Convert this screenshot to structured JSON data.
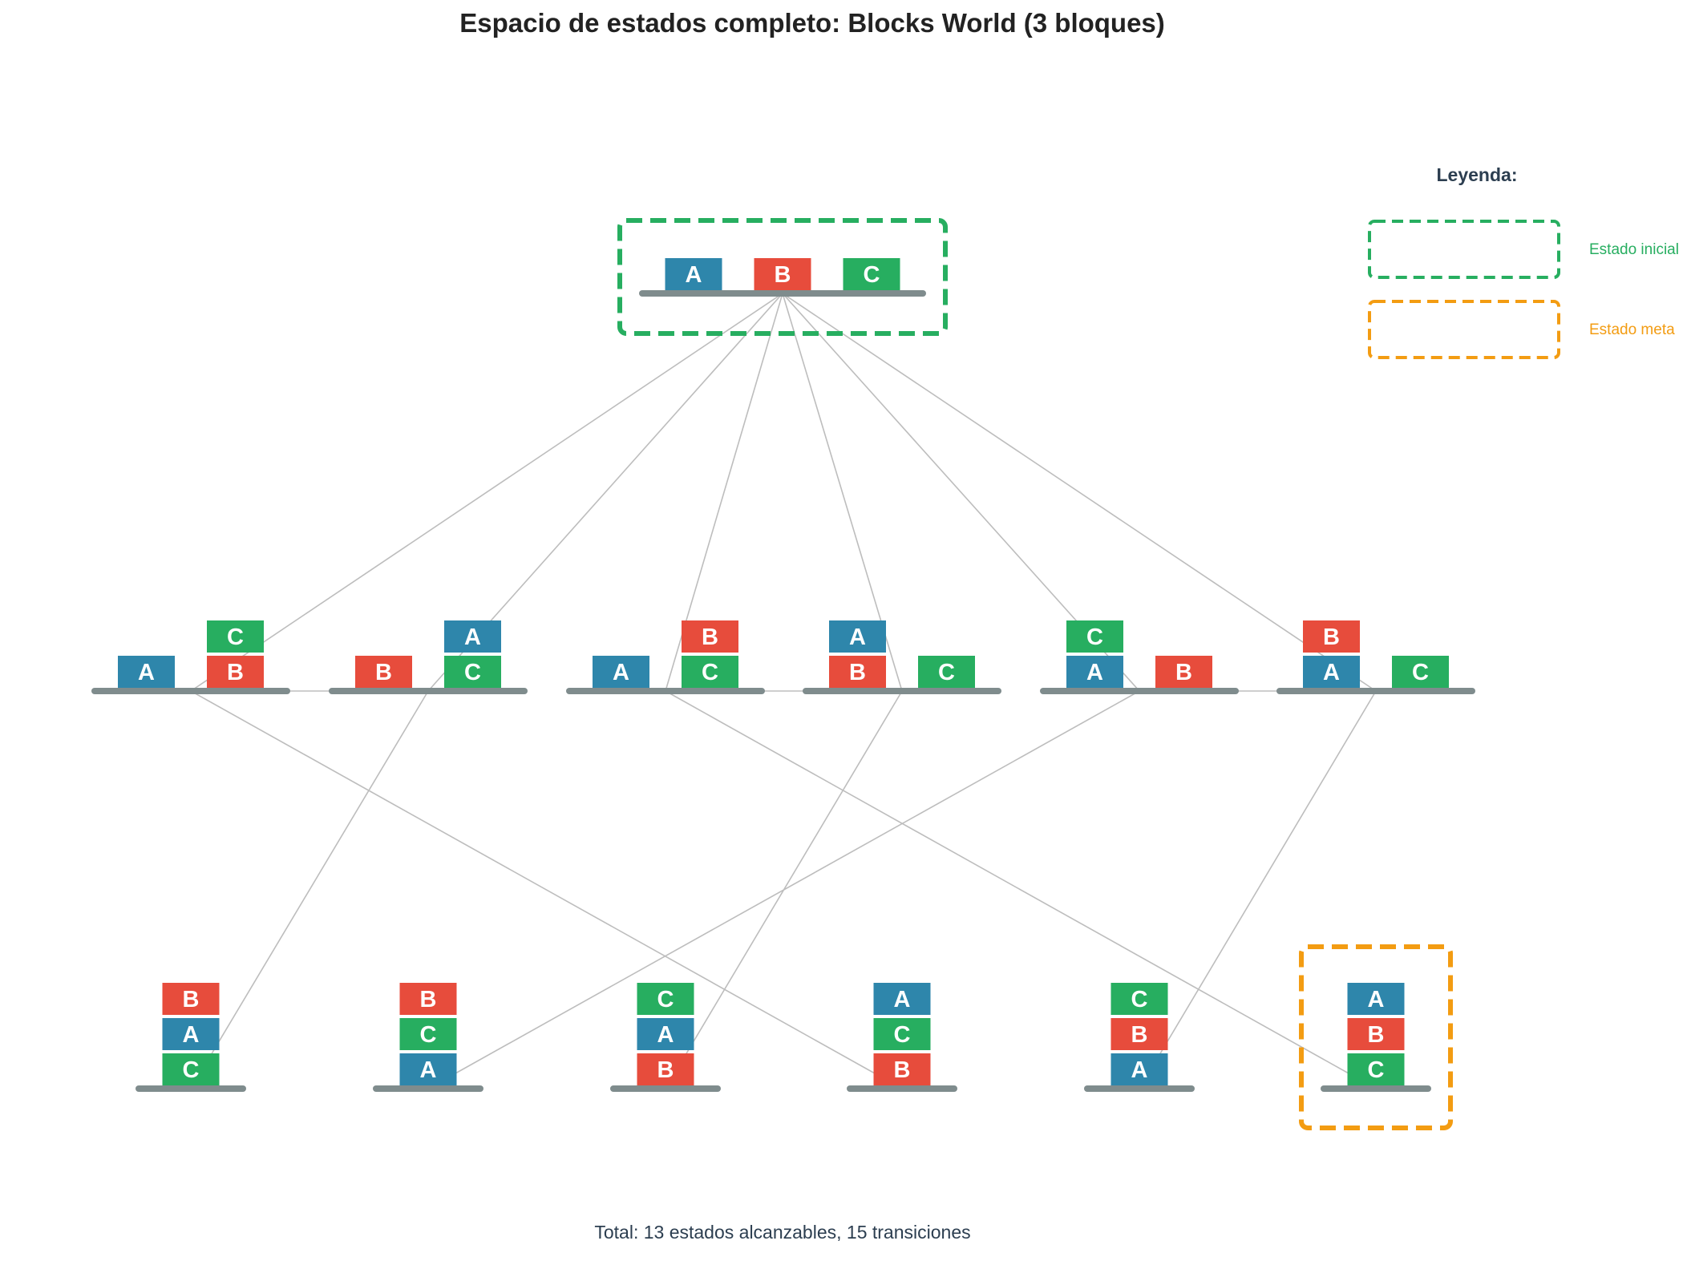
{
  "title": "Espacio de estados completo: Blocks World (3 bloques)",
  "footer": "Total: 13 estados alcanzables, 15 transiciones",
  "colors": {
    "A": "#2e86ab",
    "B": "#e74c3c",
    "C": "#27ae60",
    "table": "#7f8c8d",
    "edge": "#bdbdbd",
    "initial": "#27ae60",
    "goal": "#f39c12"
  },
  "legend": {
    "title": "Leyenda:",
    "items": [
      {
        "label": "Estado inicial",
        "kind": "initial"
      },
      {
        "label": "Estado meta",
        "kind": "goal"
      }
    ]
  },
  "states": [
    {
      "id": "s0",
      "stacks": [
        [
          "A"
        ],
        [
          "B"
        ],
        [
          "C"
        ]
      ],
      "marker": "initial"
    },
    {
      "id": "s1",
      "stacks": [
        [
          "A"
        ],
        [
          "B",
          "C"
        ]
      ]
    },
    {
      "id": "s2",
      "stacks": [
        [
          "B"
        ],
        [
          "C",
          "A"
        ]
      ]
    },
    {
      "id": "s3",
      "stacks": [
        [
          "A"
        ],
        [
          "C",
          "B"
        ]
      ]
    },
    {
      "id": "s4",
      "stacks": [
        [
          "B",
          "A"
        ],
        [
          "C"
        ]
      ]
    },
    {
      "id": "s5",
      "stacks": [
        [
          "A",
          "C"
        ],
        [
          "B"
        ]
      ]
    },
    {
      "id": "s6",
      "stacks": [
        [
          "A",
          "B"
        ],
        [
          "C"
        ]
      ]
    },
    {
      "id": "s7",
      "stacks": [
        [
          "C",
          "A",
          "B"
        ]
      ]
    },
    {
      "id": "s8",
      "stacks": [
        [
          "A",
          "C",
          "B"
        ]
      ]
    },
    {
      "id": "s9",
      "stacks": [
        [
          "B",
          "A",
          "C"
        ]
      ]
    },
    {
      "id": "s10",
      "stacks": [
        [
          "B",
          "C",
          "A"
        ]
      ]
    },
    {
      "id": "s11",
      "stacks": [
        [
          "A",
          "B",
          "C"
        ]
      ]
    },
    {
      "id": "s12",
      "stacks": [
        [
          "C",
          "B",
          "A"
        ]
      ],
      "marker": "goal"
    }
  ],
  "transitions": [
    [
      "s0",
      "s1"
    ],
    [
      "s0",
      "s2"
    ],
    [
      "s0",
      "s3"
    ],
    [
      "s0",
      "s4"
    ],
    [
      "s0",
      "s5"
    ],
    [
      "s0",
      "s6"
    ],
    [
      "s1",
      "s10"
    ],
    [
      "s2",
      "s7"
    ],
    [
      "s3",
      "s12"
    ],
    [
      "s4",
      "s9"
    ],
    [
      "s5",
      "s8"
    ],
    [
      "s6",
      "s11"
    ],
    [
      "s1",
      "s2"
    ],
    [
      "s3",
      "s4"
    ],
    [
      "s5",
      "s6"
    ]
  ]
}
